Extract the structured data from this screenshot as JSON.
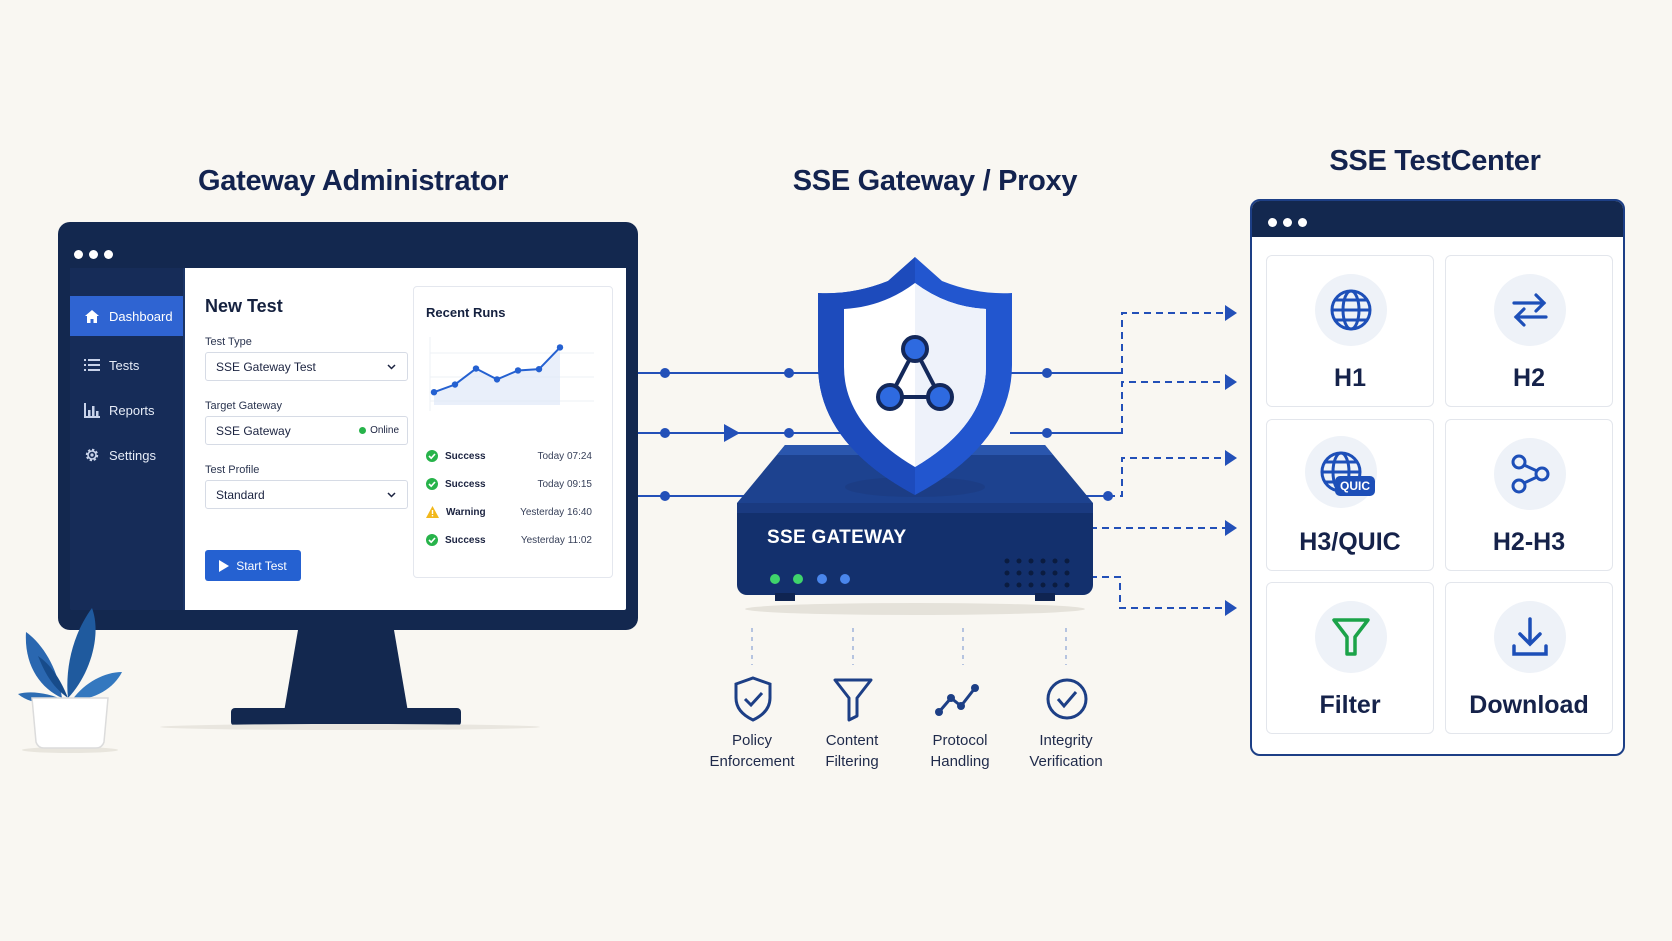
{
  "titles": {
    "admin": "Gateway Administrator",
    "gateway": "SSE Gateway / Proxy",
    "testcenter": "SSE TestCenter"
  },
  "sidebar": {
    "items": [
      {
        "label": "Dashboard",
        "icon": "home-icon",
        "active": true
      },
      {
        "label": "Tests",
        "icon": "list-icon",
        "active": false
      },
      {
        "label": "Reports",
        "icon": "bar-chart-icon",
        "active": false
      },
      {
        "label": "Settings",
        "icon": "gear-icon",
        "active": false
      }
    ]
  },
  "new_test": {
    "title": "New Test",
    "test_type_label": "Test Type",
    "test_type_value": "SSE Gateway Test",
    "target_label": "Target Gateway",
    "target_value": "SSE Gateway",
    "target_status": "Online",
    "profile_label": "Test Profile",
    "profile_value": "Standard",
    "start_button": "Start Test"
  },
  "recent_runs": {
    "title": "Recent Runs",
    "trend": [
      0.2,
      0.32,
      0.57,
      0.4,
      0.54,
      0.56,
      0.9
    ],
    "runs": [
      {
        "status": "Success",
        "time": "Today 07:24",
        "kind": "success"
      },
      {
        "status": "Success",
        "time": "Today 09:15",
        "kind": "success"
      },
      {
        "status": "Warning",
        "time": "Yesterday 16:40",
        "kind": "warning"
      },
      {
        "status": "Success",
        "time": "Yesterday 11:02",
        "kind": "success"
      }
    ]
  },
  "gateway": {
    "label": "SSE GATEWAY",
    "features": [
      {
        "line1": "Policy",
        "line2": "Enforcement",
        "icon": "shield-check-icon"
      },
      {
        "line1": "Content",
        "line2": "Filtering",
        "icon": "filter-icon"
      },
      {
        "line1": "Protocol",
        "line2": "Handling",
        "icon": "trend-icon"
      },
      {
        "line1": "Integrity",
        "line2": "Verification",
        "icon": "check-circle-icon"
      }
    ]
  },
  "testcenter": {
    "tiles": [
      {
        "label": "H1",
        "icon": "globe-icon"
      },
      {
        "label": "H2",
        "icon": "swap-arrows-icon"
      },
      {
        "label": "H3/QUIC",
        "icon": "globe-quic-icon",
        "badge": "QUIC"
      },
      {
        "label": "H2-H3",
        "icon": "share-nodes-icon"
      },
      {
        "label": "Filter",
        "icon": "funnel-icon"
      },
      {
        "label": "Download",
        "icon": "download-icon"
      }
    ]
  },
  "colors": {
    "navy": "#13284f",
    "accent": "#2561d1",
    "background": "#f9f7f2",
    "success": "#27b34a",
    "warning": "#f2b81c"
  }
}
